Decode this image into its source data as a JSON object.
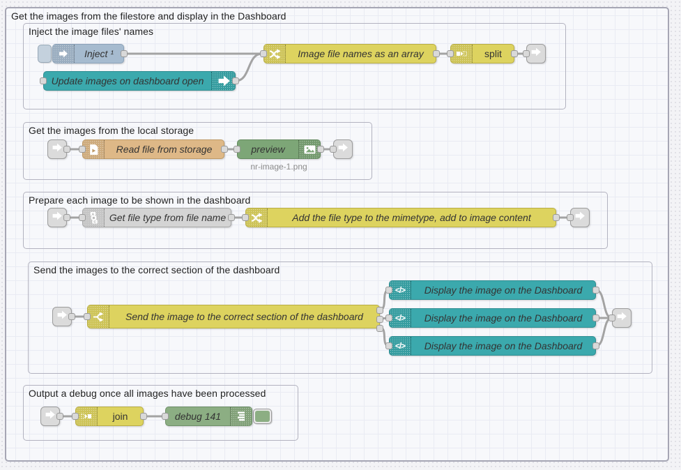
{
  "app": "node-red-flow-editor",
  "outer_group": {
    "label": "Get the images from the filestore and display in the Dashboard"
  },
  "groups": {
    "g1": {
      "label": "Inject the image files' names"
    },
    "g2": {
      "label": "Get the images from the local storage"
    },
    "g3": {
      "label": "Prepare each image to be shown in the dashboard"
    },
    "g4": {
      "label": "Send the images to the correct section of the dashboard"
    },
    "g5": {
      "label": "Output a debug once all images have been processed"
    }
  },
  "nodes": {
    "inject": {
      "label": "Inject ¹"
    },
    "update": {
      "label": "Update images on dashboard open"
    },
    "filenames": {
      "label": "Image file names as an array"
    },
    "split": {
      "label": "split"
    },
    "readfile": {
      "label": "Read file from storage"
    },
    "preview": {
      "label": "preview",
      "status": "nr-image-1.png"
    },
    "filetype": {
      "label": "Get file type from file name"
    },
    "mimetype": {
      "label": "Add the file type to the mimetype, add to image content"
    },
    "sendimage": {
      "label": "Send the image to the correct section of the dashboard"
    },
    "display": {
      "label": "Display the image on the Dashboard"
    },
    "join": {
      "label": "join"
    },
    "debug": {
      "label": "debug 141"
    }
  },
  "icons": {
    "template_glyph": "</>",
    "abc": [
      "A",
      "B",
      "C"
    ],
    "names": [
      "arrow-right-icon",
      "shuffle-icon",
      "split-icon",
      "join-icon",
      "file-in-icon",
      "image-icon",
      "abc-icon",
      "fork-icon",
      "code-icon",
      "debug-list-icon",
      "link-icon"
    ]
  },
  "colors": {
    "inject": "#a6bbcf",
    "dashboard_teal": "#3ba9ad",
    "function_yellow": "#ddd35f",
    "file_orange": "#deb887",
    "debug_green": "#8cae83",
    "preview_green": "#7da677",
    "node_gray": "#d4d4d4",
    "wire": "#a3a3a3",
    "canvas": "#f3f3f6",
    "group_fill": "#f7f8fb"
  }
}
